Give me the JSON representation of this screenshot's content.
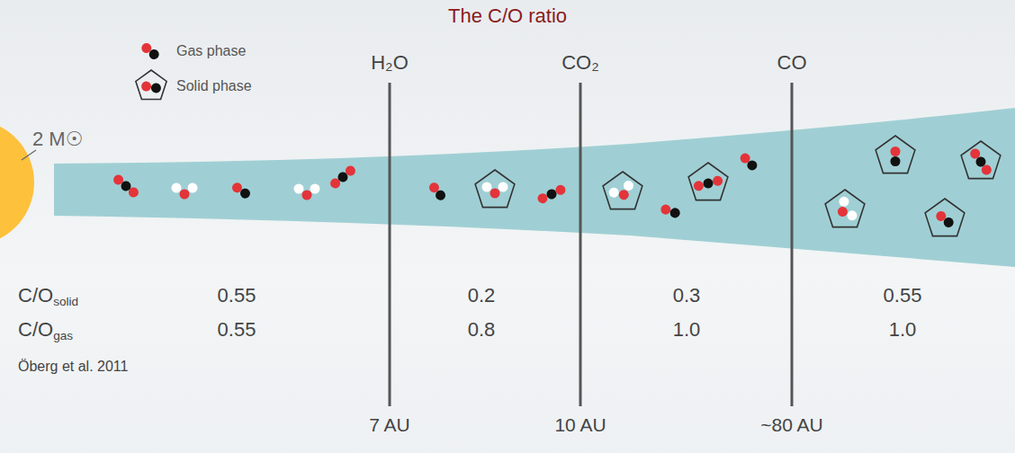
{
  "diagram": {
    "title": "The C/O ratio",
    "labels": [
      "2 M☉",
      "H₂O",
      "CO₂",
      "CO",
      "C/O",
      "solid",
      "0.55",
      "0.2",
      "0.3",
      "0.55",
      "C/O",
      "gas",
      "0.55",
      "0.8",
      "1.0",
      "1.0",
      "Öberg et al. 2011",
      "7 AU",
      "10 AU",
      "~80 AU"
    ],
    "legend": [
      {
        "text": "Gas phase"
      },
      {
        "text": "Solid phase"
      }
    ]
  }
}
